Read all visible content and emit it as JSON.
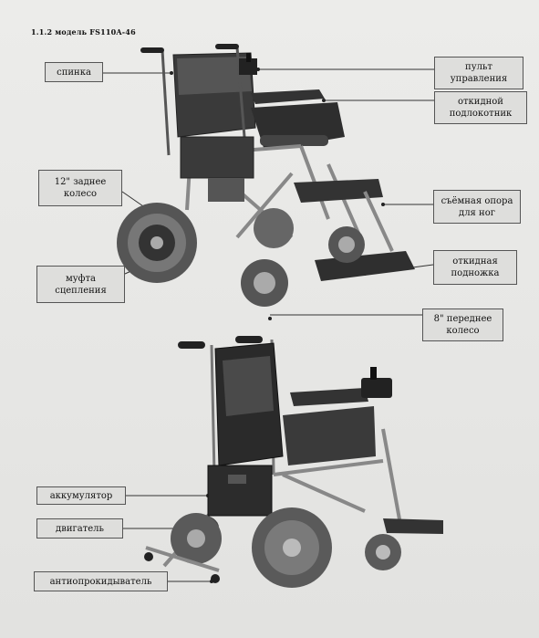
{
  "heading": "1.1.2 модель FS110A-46",
  "labels": {
    "backrest": "спинка",
    "control_panel": [
      "пульт",
      "управления"
    ],
    "armrest": [
      "откидной",
      "подлокотник"
    ],
    "rear_wheel": [
      "12\" заднее",
      "колесо"
    ],
    "footrest_support": [
      "съёмная опора",
      "для ног"
    ],
    "footboard": [
      "откидная",
      "подножка"
    ],
    "clutch": [
      "муфта",
      "сцепления"
    ],
    "front_wheel": [
      "8\" переднее",
      "колесо"
    ],
    "battery": "аккумулятор",
    "motor": "двигатель",
    "anti_tipper": "антиопрокидыватель"
  }
}
